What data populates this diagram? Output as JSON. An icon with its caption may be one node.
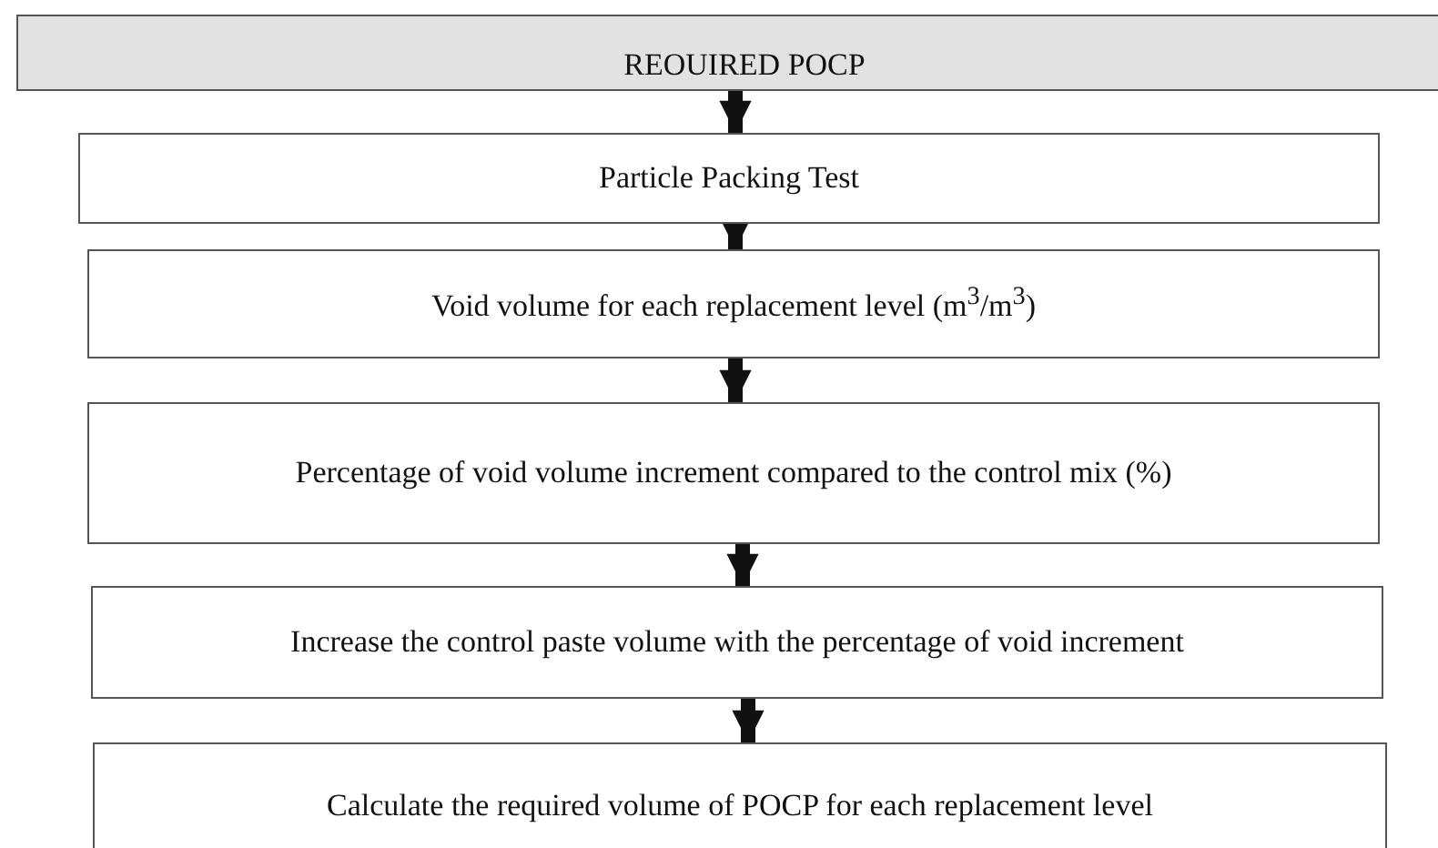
{
  "diagram": {
    "nodes": [
      {
        "text": [
          "REOUIRED POCP"
        ]
      },
      {
        "text": [
          "Particle Packing Test"
        ]
      },
      {
        "text": [
          "Void volume for each replacement level (m$^{3}$/m$^{3}$)"
        ]
      },
      {
        "text": [
          "Percentage of void volume increment compared to the control mix (%)"
        ]
      },
      {
        "text": [
          "Increase the control paste volume with the percentage of void increment"
        ]
      },
      {
        "text": [
          "Calculate the required volume of POCP for each replacement level"
        ]
      }
    ],
    "edges": [
      {
        "from": 0,
        "to": 1,
        "arrow": "to"
      },
      {
        "from": 1,
        "to": 2,
        "arrow": "to"
      },
      {
        "from": 2,
        "to": 3,
        "arrow": "to"
      },
      {
        "from": 3,
        "to": 4,
        "arrow": "to"
      },
      {
        "from": 4,
        "to": 5,
        "arrow": "to"
      }
    ]
  }
}
